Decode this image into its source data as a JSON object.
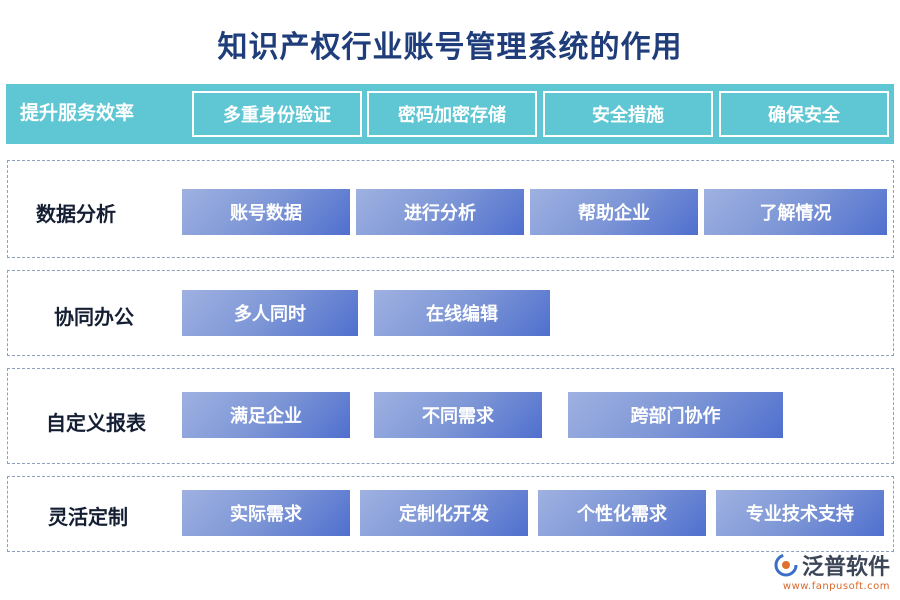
{
  "title": "知识产权行业账号管理系统的作用",
  "top": {
    "label": "提升服务效率",
    "items": [
      "多重身份验证",
      "密码加密存储",
      "安全措施",
      "确保安全"
    ]
  },
  "sections": [
    {
      "label": "数据分析",
      "items": [
        "账号数据",
        "进行分析",
        "帮助企业",
        "了解情况"
      ]
    },
    {
      "label": "协同办公",
      "items": [
        "多人同时",
        "在线编辑"
      ]
    },
    {
      "label": "自定义报表",
      "items": [
        "满足企业",
        "不同需求",
        "跨部门协作"
      ]
    },
    {
      "label": "灵活定制",
      "items": [
        "实际需求",
        "定制化开发",
        "个性化需求",
        "专业技术支持"
      ]
    }
  ],
  "logo": {
    "name": "泛普软件",
    "url": "www.fanpusoft.com"
  },
  "colors": {
    "title": "#1f3d7a",
    "band": "#5fc6d3",
    "chip_start": "#9fb1e1",
    "chip_end": "#4f6fce",
    "dash": "#8fa1bf"
  }
}
